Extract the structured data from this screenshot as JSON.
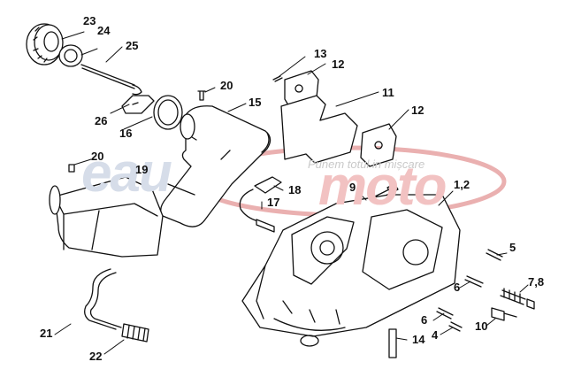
{
  "watermark": {
    "left_text": "eau",
    "right_text": "moto",
    "tagline": "Punem totul in mișcare",
    "left_color": "#dbe2ee",
    "right_color": "#f3c6c6",
    "ring_color": "#e9a5a5"
  },
  "callouts": [
    {
      "id": "23",
      "text": "23"
    },
    {
      "id": "24",
      "text": "24"
    },
    {
      "id": "25",
      "text": "25"
    },
    {
      "id": "26",
      "text": "26"
    },
    {
      "id": "16",
      "text": "16"
    },
    {
      "id": "20a",
      "text": "20"
    },
    {
      "id": "15",
      "text": "15"
    },
    {
      "id": "13",
      "text": "13"
    },
    {
      "id": "12a",
      "text": "12"
    },
    {
      "id": "11",
      "text": "11"
    },
    {
      "id": "12b",
      "text": "12"
    },
    {
      "id": "20b",
      "text": "20"
    },
    {
      "id": "19",
      "text": "19"
    },
    {
      "id": "18",
      "text": "18"
    },
    {
      "id": "17",
      "text": "17"
    },
    {
      "id": "9",
      "text": "9"
    },
    {
      "id": "1_2",
      "text": "1,2"
    },
    {
      "id": "5",
      "text": "5"
    },
    {
      "id": "6a",
      "text": "6"
    },
    {
      "id": "7_8",
      "text": "7,8"
    },
    {
      "id": "6b",
      "text": "6"
    },
    {
      "id": "10",
      "text": "10"
    },
    {
      "id": "4",
      "text": "4"
    },
    {
      "id": "14",
      "text": "14"
    },
    {
      "id": "21",
      "text": "21"
    },
    {
      "id": "22",
      "text": "22"
    }
  ]
}
